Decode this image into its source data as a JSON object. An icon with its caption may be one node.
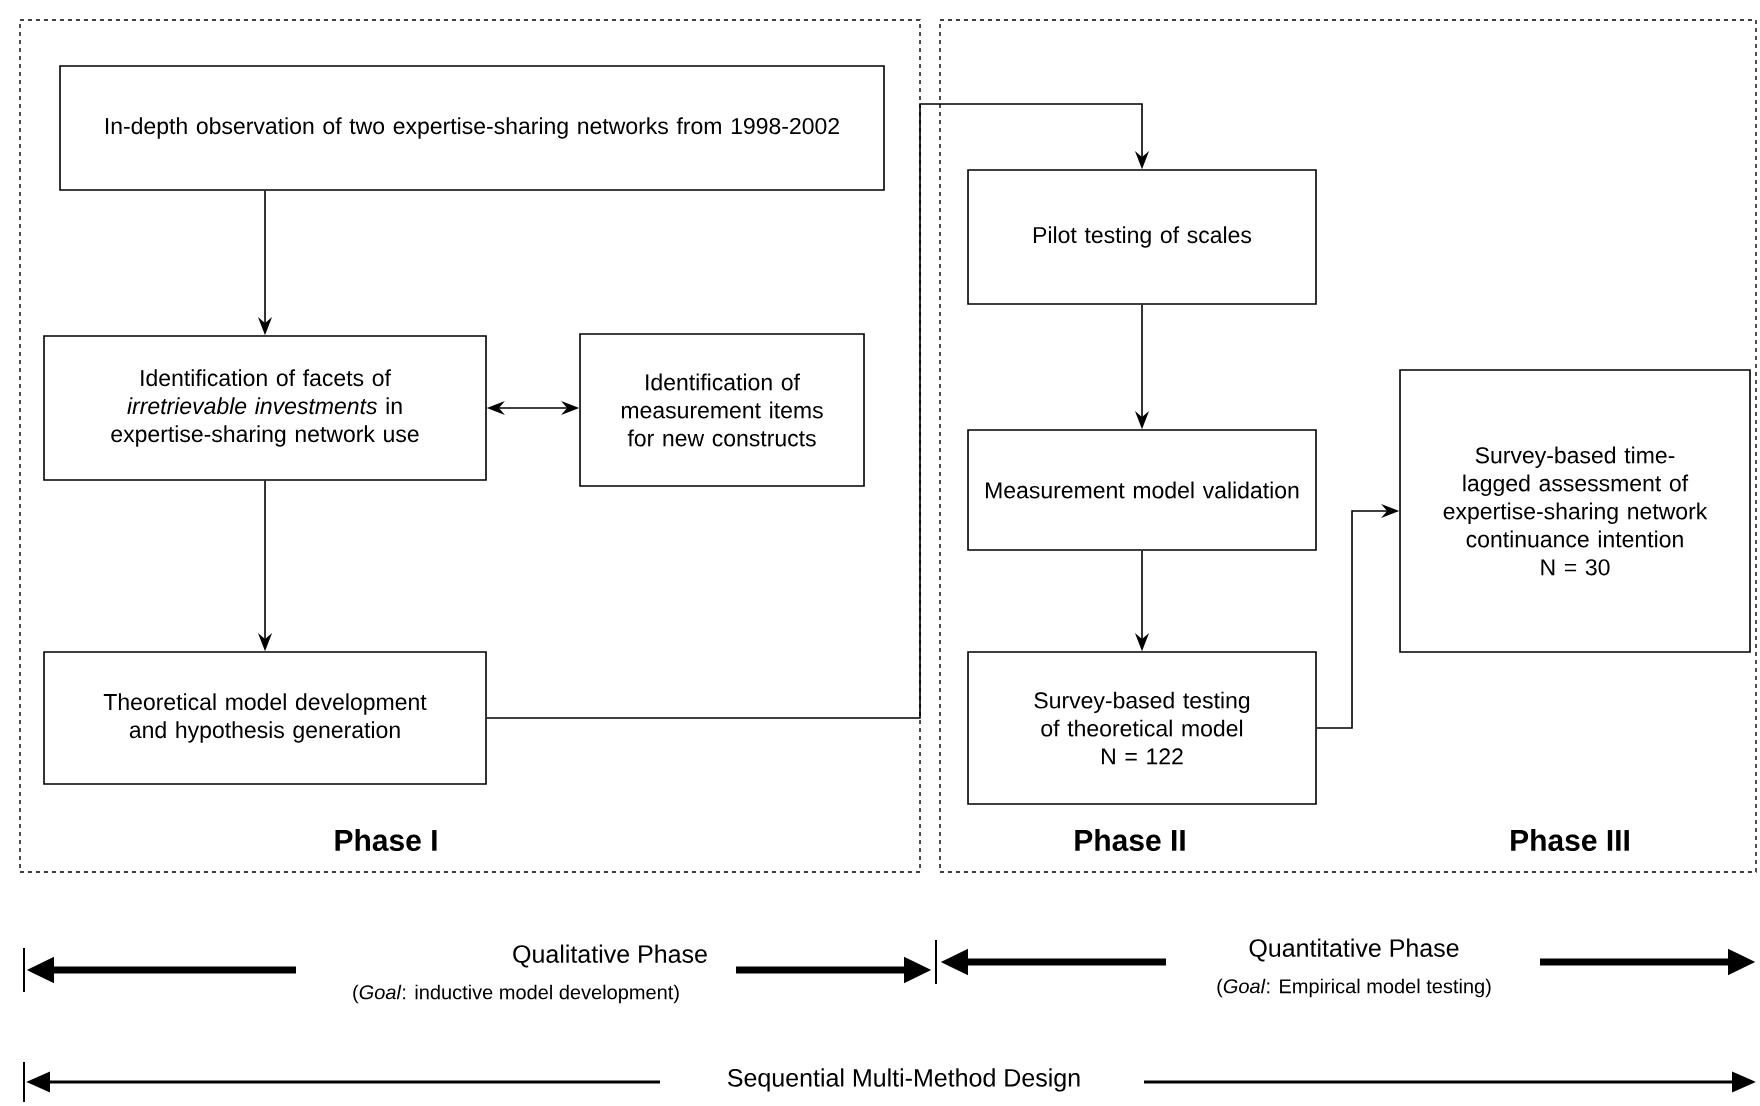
{
  "diagram": {
    "nodes": [
      {
        "text": [
          "Phase I"
        ]
      },
      {
        "text": [
          "In-depth observation of two expertise-sharing networks from 1998-2002"
        ],
        "in": 0
      },
      {
        "text": [
          "Identification of facets of *irretrievable investments* in expertise-sharing network use"
        ],
        "in": 0
      },
      {
        "text": [
          "Identification of measurement items for new constructs"
        ],
        "in": 0
      },
      {
        "text": [
          "Theoretical model development and hypothesis generation"
        ],
        "in": 0
      },
      {
        "text": [
          "Phase II",
          "Phase III"
        ]
      },
      {
        "text": [
          "Pilot testing of scales"
        ],
        "in": 5
      },
      {
        "text": [
          "Measurement model validation"
        ],
        "in": 5
      },
      {
        "text": [
          "Survey-based testing of theoretical model",
          "N = 122"
        ],
        "in": 5
      },
      {
        "text": [
          "Survey-based time-lagged assessment of expertise-sharing network continuance intention",
          "N = 30"
        ],
        "in": 5
      }
    ],
    "edges": [
      {
        "from": 1,
        "to": 2,
        "arrow": "to"
      },
      {
        "from": 2,
        "to": 3,
        "arrow": "both"
      },
      {
        "from": 2,
        "to": 4,
        "arrow": "to"
      },
      {
        "from": 4,
        "to": 6,
        "arrow": "to"
      },
      {
        "from": 6,
        "to": 7,
        "arrow": "to"
      },
      {
        "from": 7,
        "to": 8,
        "arrow": "to"
      },
      {
        "from": 8,
        "to": 9,
        "arrow": "to"
      }
    ],
    "labels": [
      "Qualitative Phase",
      "(*Goal*: inductive model development)",
      "Quantitative Phase",
      "(*Goal*: Empirical model testing)",
      "Sequential Multi-Method Design"
    ]
  }
}
